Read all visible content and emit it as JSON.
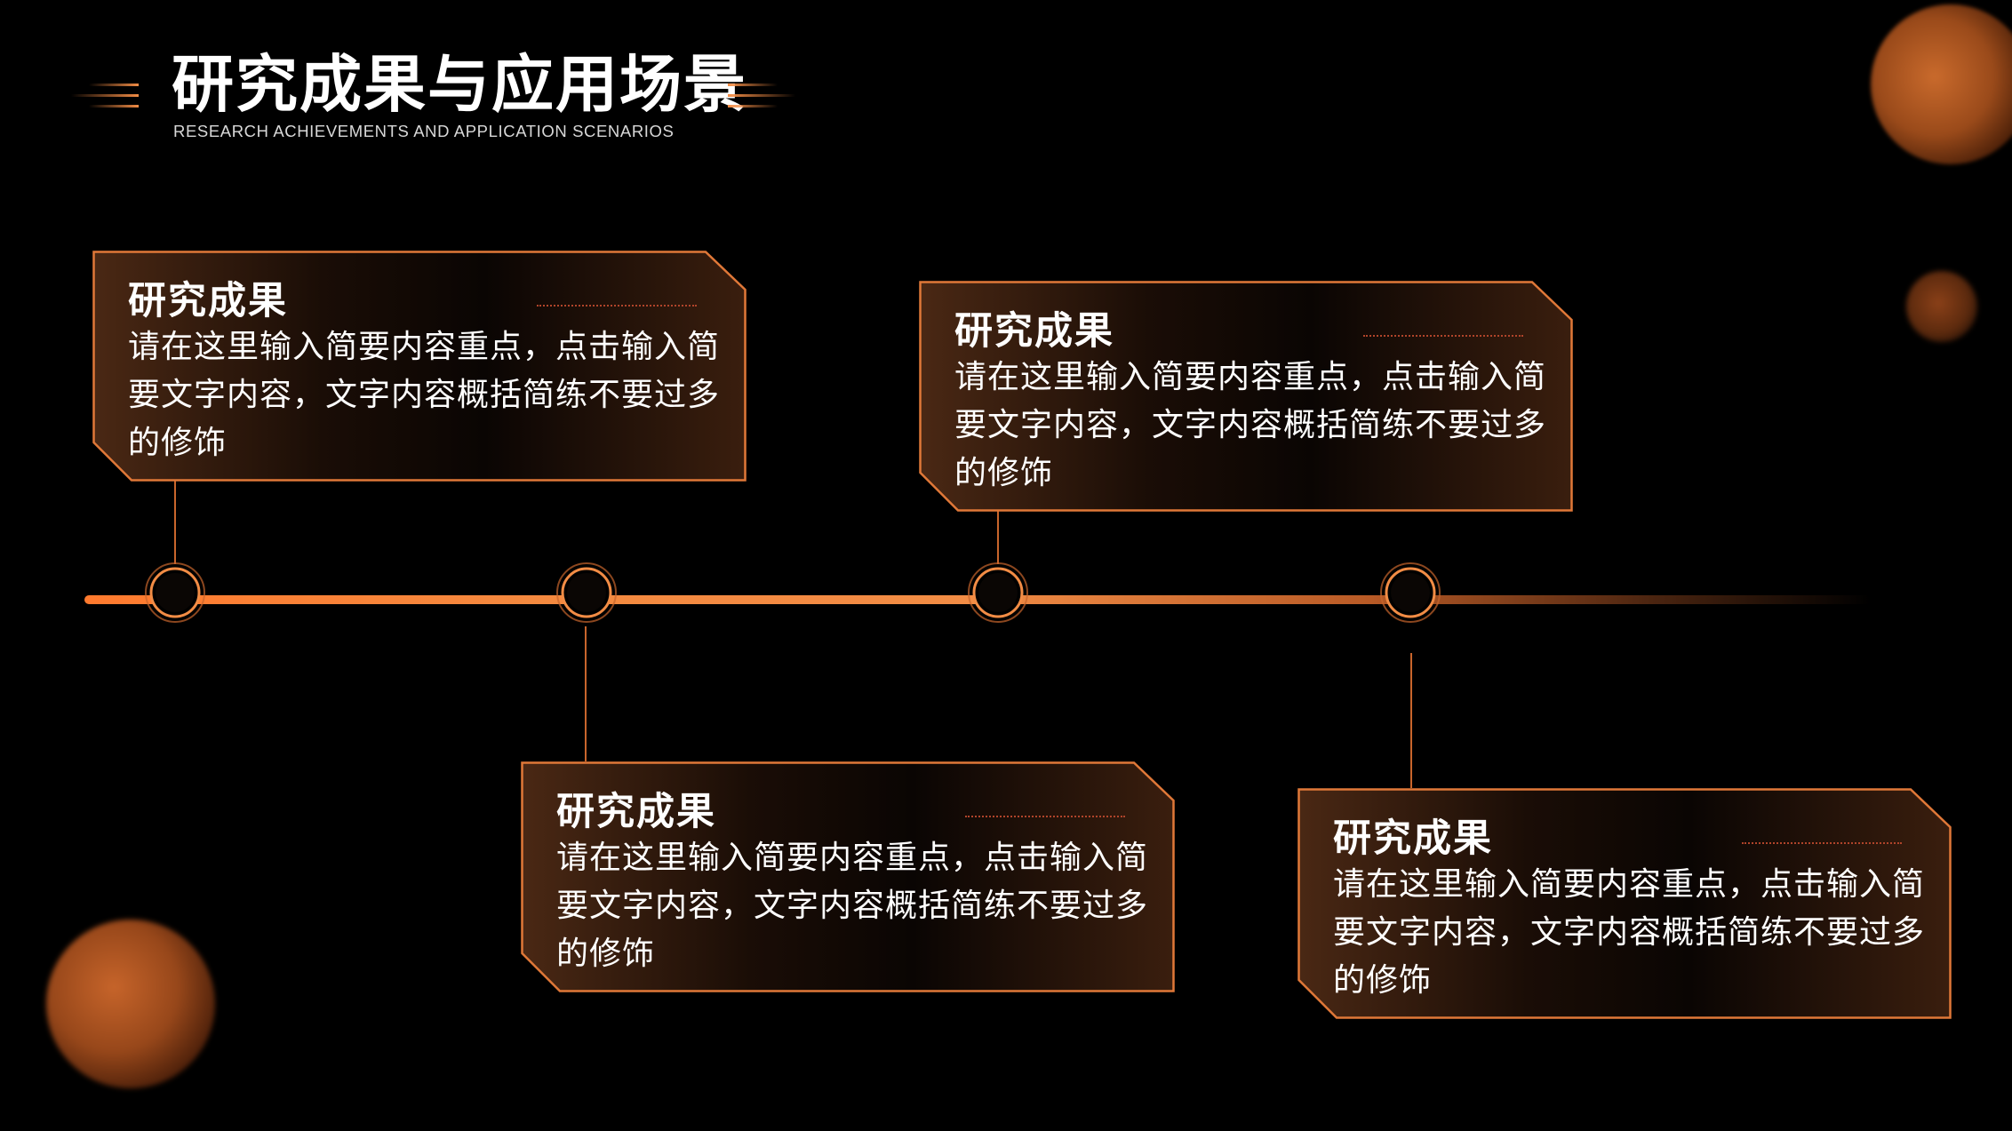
{
  "header": {
    "title": "研究成果与应用场景",
    "subtitle": "RESEARCH ACHIEVEMENTS AND APPLICATION SCENARIOS"
  },
  "colors": {
    "accent": "#f28c45",
    "accent_dark": "#c8652c",
    "background": "#000000",
    "text": "#ffffff"
  },
  "cards": [
    {
      "title": "研究成果",
      "body": "请在这里输入简要内容重点，点击输入简要文字内容，文字内容概括简练不要过多的修饰"
    },
    {
      "title": "研究成果",
      "body": "请在这里输入简要内容重点，点击输入简要文字内容，文字内容概括简练不要过多的修饰"
    },
    {
      "title": "研究成果",
      "body": "请在这里输入简要内容重点，点击输入简要文字内容，文字内容概括简练不要过多的修饰"
    },
    {
      "title": "研究成果",
      "body": "请在这里输入简要内容重点，点击输入简要文字内容，文字内容概括简练不要过多的修饰"
    }
  ]
}
